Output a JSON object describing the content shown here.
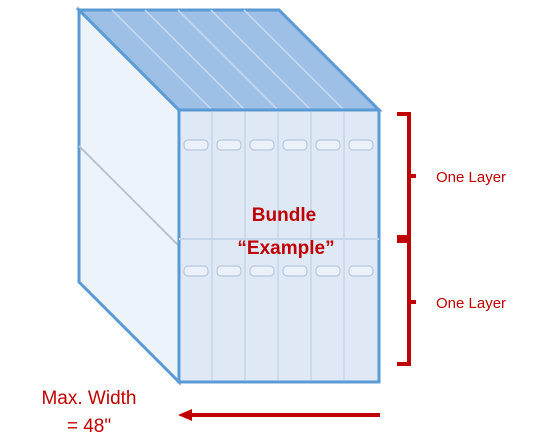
{
  "diagram": {
    "bundle_title_line1": "Bundle",
    "bundle_title_line2": "“Example”",
    "layer_label_top": "One Layer",
    "layer_label_bottom": "One Layer",
    "width_label_line1": "Max. Width",
    "width_label_line2": "= 48\"",
    "colors": {
      "box_front": "#dfe9f6",
      "box_side": "#edf3fb",
      "box_top": "#9fc0e6",
      "box_stroke": "#5b9bd5",
      "divider": "#c5d5ea",
      "accent_red": "#c00000"
    }
  }
}
